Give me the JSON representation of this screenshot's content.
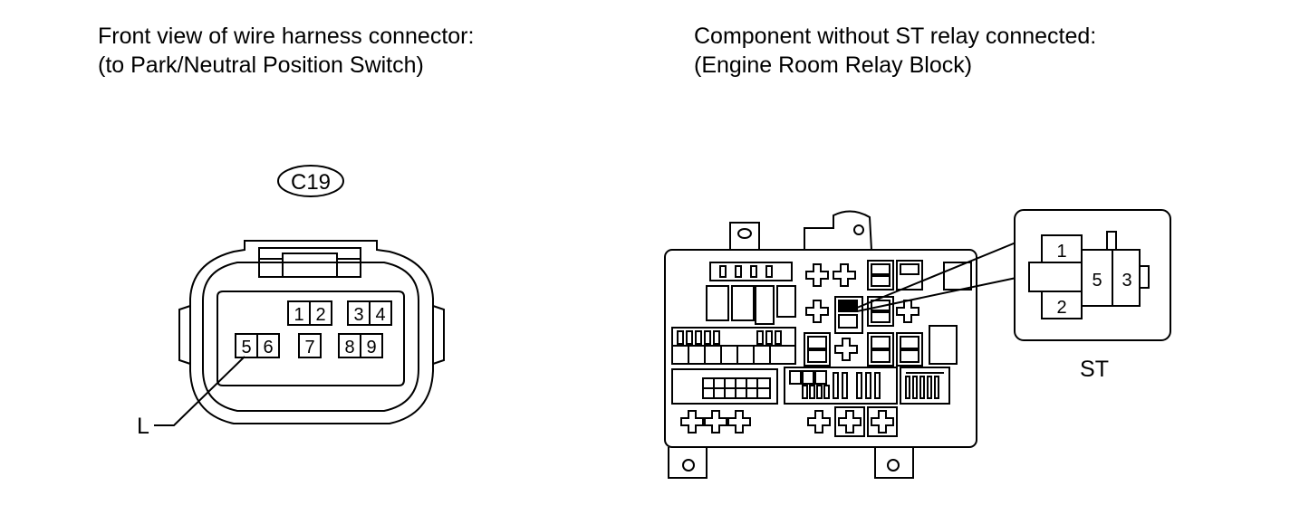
{
  "left_panel": {
    "caption_line1": "Front view of wire harness connector:",
    "caption_line2": "(to Park/Neutral Position Switch)",
    "connector_code": "C19",
    "pins": [
      "1",
      "2",
      "3",
      "4",
      "5",
      "6",
      "7",
      "8",
      "9"
    ],
    "wire_label": "L"
  },
  "right_panel": {
    "caption_line1": "Component without ST relay connected:",
    "caption_line2": "(Engine Room Relay Block)",
    "relay_pins": [
      "1",
      "2",
      "5",
      "3"
    ],
    "relay_label": "ST"
  }
}
